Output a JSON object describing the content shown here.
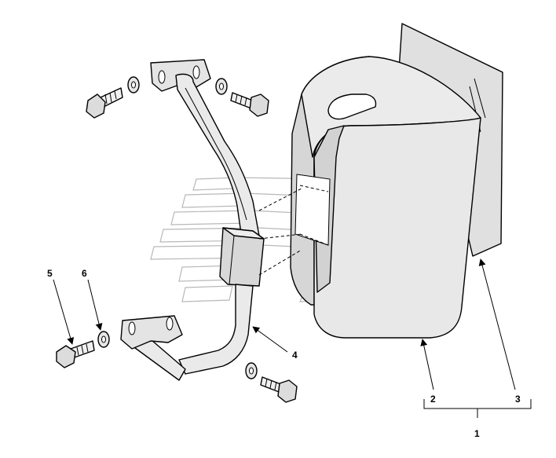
{
  "callouts": [
    {
      "id": "1",
      "label": "1"
    },
    {
      "id": "2",
      "label": "2"
    },
    {
      "id": "3",
      "label": "3"
    },
    {
      "id": "4",
      "label": "4"
    },
    {
      "id": "5",
      "label": "5"
    },
    {
      "id": "6",
      "label": "6"
    }
  ],
  "colors": {
    "line": "#000000",
    "part_fill": "#e8e8e8",
    "part_shade": "#d0d0d0",
    "watermark": "#b8b8b8",
    "background": "#ffffff"
  }
}
